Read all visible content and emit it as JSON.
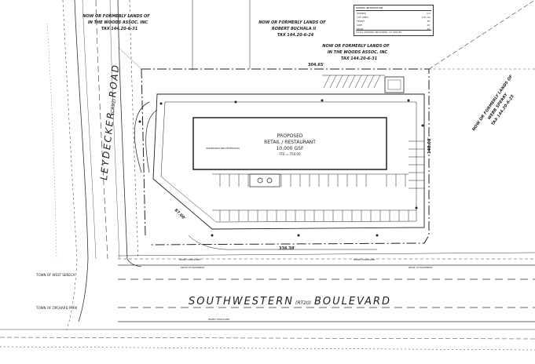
{
  "owners": {
    "top_left": {
      "line1": "NOW OR FORMERLY LANDS OF",
      "line2": "IN THE WOODS ASSOC. INC",
      "line3": "TAX 144.20-6-31"
    },
    "top_mid": {
      "line1": "NOW OR FORMERLY LANDS OF",
      "line2": "ROBERT BUCHALA II",
      "line3": "TAX 144.20-6-24"
    },
    "top_right": {
      "line1": "NOW OR FORMERLY LANDS OF",
      "line2": "IN THE WOODS ASSOC. INC",
      "line3": "TAX 144.20-6-31"
    },
    "right": {
      "line1": "NOW OR FORMERLY LANDS OF",
      "line2": "WEBB SPERRY",
      "line3": "TAX 144.20-6-25"
    }
  },
  "roads": {
    "leydecker": {
      "name": "LEYDECKER",
      "code": "(CR92)",
      "suffix": "ROAD"
    },
    "southwestern": {
      "name": "SOUTHWESTERN",
      "code": "(RT20)",
      "suffix": "BOULEVARD"
    }
  },
  "building": {
    "line1": "PROPOSED",
    "line2": "RETAIL / RESTAURANT",
    "line3": "10,000 GSF",
    "line4": "FFE = 750.00"
  },
  "dimensions": {
    "top": "304.65'",
    "right": "148.00'",
    "bottom": "336.38'",
    "left_diag": "87.00'"
  },
  "towns": {
    "west_seneca": "TOWN OF WEST SENECA",
    "orchard_park": "TOWN OF ORCHARD PARK"
  },
  "legend": {
    "title": "ZONING INFORMATION",
    "rows": [
      {
        "label": "ZONING",
        "value": "C-2"
      },
      {
        "label": "LOT AREA",
        "value": "1.61 AC"
      },
      {
        "label": "FRONT",
        "value": "30'"
      },
      {
        "label": "SIDE",
        "value": "10'"
      },
      {
        "label": "REAR",
        "value": "20'"
      }
    ],
    "note": "TOTAL PARKING PROVIDED: 52 SPACES"
  },
  "notes": {
    "easement": "UNDERGROUND DETENTION",
    "pavement_edge": "EDGE OF PAVEMENT",
    "paved_shoulder": "PAVED SHOULDER"
  }
}
